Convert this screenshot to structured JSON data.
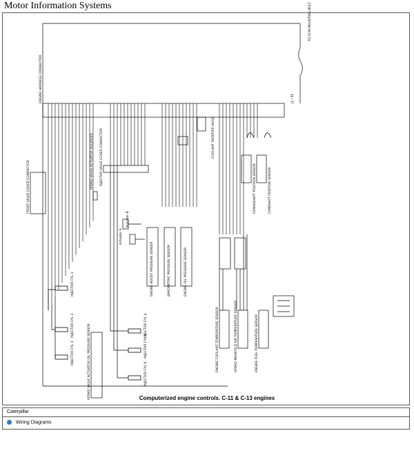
{
  "header": {
    "title": "Motor Information Systems"
  },
  "caption": "Computerized engine controls. C-11 & C-13 engines",
  "footer": {
    "brand": "Caterpillar",
    "link_label": "Wiring Diagrams",
    "link_icon": "circle-bullet-icon"
  },
  "diagram": {
    "labels": {
      "harness": "ENGINE HARNESS CONNECTOR",
      "injector_cover": "INJECTOR VALVE COVER CONNECTOR",
      "front_cover": "FRONT VALVE COVER CONNECTOR",
      "coolant_diverter": "COOLANT DIVERTER VALVE",
      "intake_valve": "INTAKE VALVE ACTUATOR SOLENOID",
      "actuator_a": "Actuator A",
      "actuator_b": "Actuator B",
      "boost_sensor": "ENGINE BOOST PRESSURE SENSOR",
      "baro_sensor": "BAROMETRIC PRESSURE SENSOR",
      "oil_sensor": "ENGINE OIL PRESSURE SENSOR",
      "coolant_temp": "ENGINE COOLANT TEMPERATURE SENSOR",
      "intake_temp": "INTAKE MANIFOLD AIR TEMPERATURE SENSOR",
      "fuel_temp": "ENGINE FUEL TEMPERATURE SENSOR",
      "crank_sensor": "CRANKSHAFT POSITION SENSOR",
      "cam_sensor": "CAMSHAFT POSITION SENSOR",
      "ivva_sensor": "INTAKE VALVE ACTUATOR OIL PRESSURE SENSOR",
      "injector_1": "INJECTOR CYL 1",
      "injector_2": "INJECTOR CYL 2",
      "injector_3": "INJECTOR CYL 3",
      "injector_4": "INJECTOR CYL 4",
      "injector_5": "INJECTOR CYL 5",
      "injector_6": "INJECTOR CYL 6",
      "to_ecm": "TO ECM MOUNTING BOLT",
      "ground_stud": "J1 / P1"
    }
  }
}
